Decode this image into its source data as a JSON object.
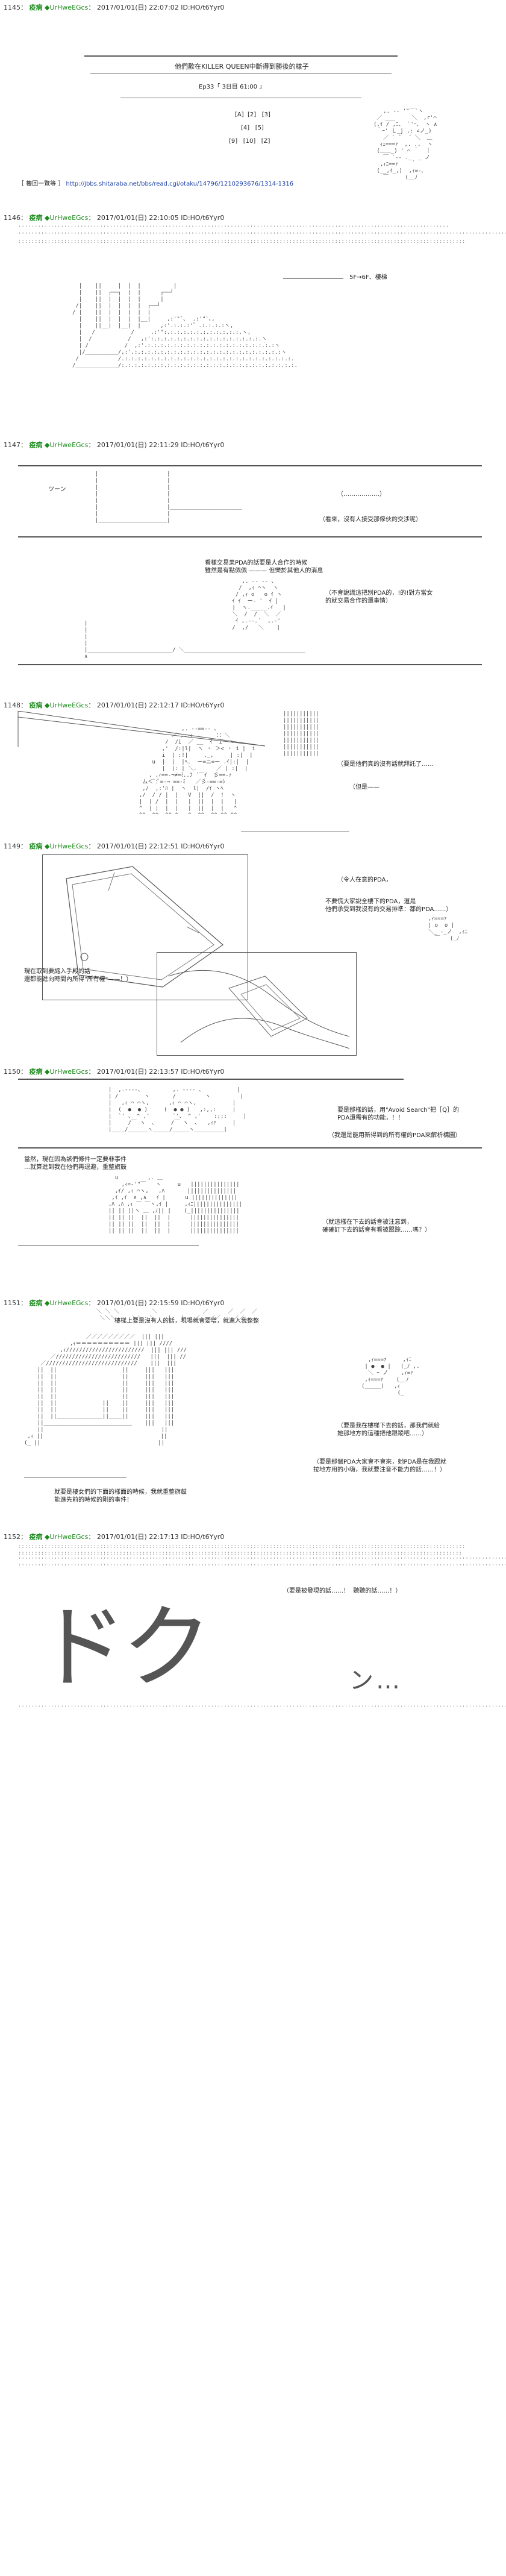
{
  "posts": [
    {
      "num": "1145",
      "name": "疫病",
      "trip": "◆UrHweEGcs",
      "date": "2017/01/01(日) 22:07:02 ID:HO/t6Yyr0"
    },
    {
      "num": "1146",
      "name": "疫病",
      "trip": "◆UrHweEGcs",
      "date": "2017/01/01(日) 22:10:05 ID:HO/t6Yyr0"
    },
    {
      "num": "1147",
      "name": "疫病",
      "trip": "◆UrHweEGcs",
      "date": "2017/01/01(日) 22:11:29 ID:HO/t6Yyr0"
    },
    {
      "num": "1148",
      "name": "疫病",
      "trip": "◆UrHweEGcs",
      "date": "2017/01/01(日) 22:12:17 ID:HO/t6Yyr0"
    },
    {
      "num": "1149",
      "name": "疫病",
      "trip": "◆UrHweEGcs",
      "date": "2017/01/01(日) 22:12:51 ID:HO/t6Yyr0"
    },
    {
      "num": "1150",
      "name": "疫病",
      "trip": "◆UrHweEGcs",
      "date": "2017/01/01(日) 22:13:57 ID:HO/t6Yyr0"
    },
    {
      "num": "1151",
      "name": "疫病",
      "trip": "◆UrHweEGcs",
      "date": "2017/01/01(日) 22:15:59 ID:HO/t6Yyr0"
    },
    {
      "num": "1152",
      "name": "疫病",
      "trip": "◆UrHweEGcs",
      "date": "2017/01/01(日) 22:17:13 ID:HO/t6Yyr0"
    }
  ],
  "p1145": {
    "title_line1": "他們歡在KILLER QUEEN中斷得到勝後的樣子",
    "title_line2": "Ep33「 3日目 61:00 」",
    "index_row1": "[A]  [2]   [3]",
    "index_row2": "[4]   [5]",
    "index_row3": "[9]   [10]   [Z]",
    "list_label": "［ 樓回一覽等 ］",
    "list_url": "http://jbbs.shitaraba.net/bbs/read.cgi/otaku/14796/1210293676/1314-1316"
  },
  "p1146": {
    "location": "5F→6F、樓梯"
  },
  "p1147": {
    "sfx": "ツーン",
    "s1": "（………………）",
    "s2": "（看來，沒有人接受那傢伙的交涉呢）",
    "s3": "看樣交易果PDA的話要是人合作的時候\n雖然是有點佩佩 ——— 但樂於其他人的消息",
    "s4": "（不會說謊這把別PDA的，!的!對方當女\n的就交易合作的還事情）"
  },
  "p1148": {
    "s1": "（要是他們真的沒有話就拜託了……",
    "s2": "（但是——"
  },
  "p1149": {
    "s1": "（令人在意的PDA，",
    "s2": "不要慌大家說全樓下的PDA，還是\n他們承受到我沒有的交易排準：都的PDA……）",
    "s3": "現在取到要縮入手殿的話\n還都能進向時間內所得\"所有權\"——！）"
  },
  "p1150": {
    "s1": "要是那樣的話，用\"Avoid Search\"把［Q］的\nPDA還需有的功能，！！",
    "s2": "（我還是能用新得到的所有權的PDA來解析構圖）",
    "s3": "當然，現在因為該們條件一定要非事件\n…就算進到我在他們再退避，重整旗鼓",
    "s4": "（就這樣在下去的話會被注意到，\n確確訂下去的話會有看被跟踪……嗎？）"
  },
  "p1151": {
    "s1": "樓梯上要是沒有人的話，現場就會要增，就進入我整整",
    "s2": "（要是我在樓梯下去的話，那我們就給\n她那地方的這種把他跟蹤吧……）",
    "s3": "（要是那個PDA大家會不會來，她PDA是在我跟就\n拉地方用的小嗨，我就要注音不能力的話……！）",
    "s4": "就要是樓女們的下面的樣面的時候，我就重整旗鼓\n能進先前的時候的剛的事件！"
  },
  "p1152": {
    "s1": "（要是被發現的話……！  聽聽的話……！）",
    "big_text": "ドク",
    "tail": "ン…"
  }
}
